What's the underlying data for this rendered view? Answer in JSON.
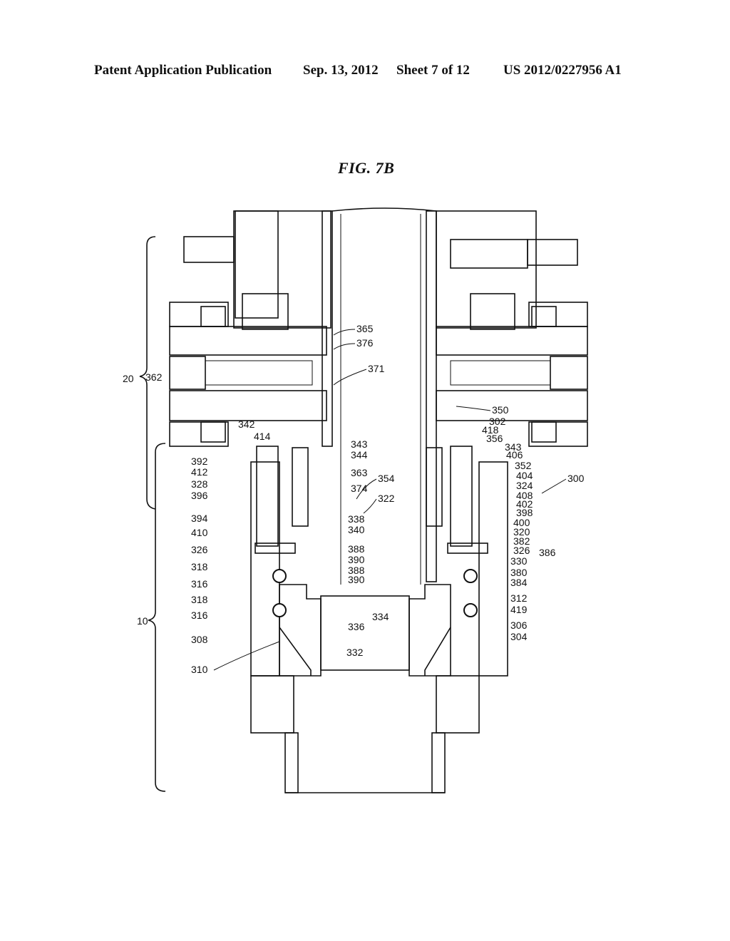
{
  "header": {
    "publication": "Patent Application Publication",
    "date": "Sep. 13, 2012",
    "sheet": "Sheet 7 of 12",
    "number": "US 2012/0227956 A1"
  },
  "figure": {
    "title": "FIG. 7B",
    "brace_labels": {
      "upper": "20",
      "lower": "10",
      "assembly": "300"
    },
    "left_labels": [
      "362",
      "342",
      "414",
      "392",
      "412",
      "328",
      "396",
      "394",
      "410",
      "326",
      "318",
      "316",
      "318",
      "316",
      "308",
      "310"
    ],
    "center_labels": [
      "365",
      "376",
      "371",
      "343",
      "344",
      "363",
      "374",
      "338",
      "340",
      "388",
      "390",
      "388",
      "390",
      "334",
      "336",
      "332",
      "354",
      "322"
    ],
    "right_labels": [
      "350",
      "302",
      "418",
      "356",
      "343",
      "406",
      "352",
      "404",
      "324",
      "408",
      "402",
      "398",
      "400",
      "320",
      "382",
      "326",
      "386",
      "330",
      "380",
      "384",
      "312",
      "419",
      "306",
      "304"
    ]
  }
}
